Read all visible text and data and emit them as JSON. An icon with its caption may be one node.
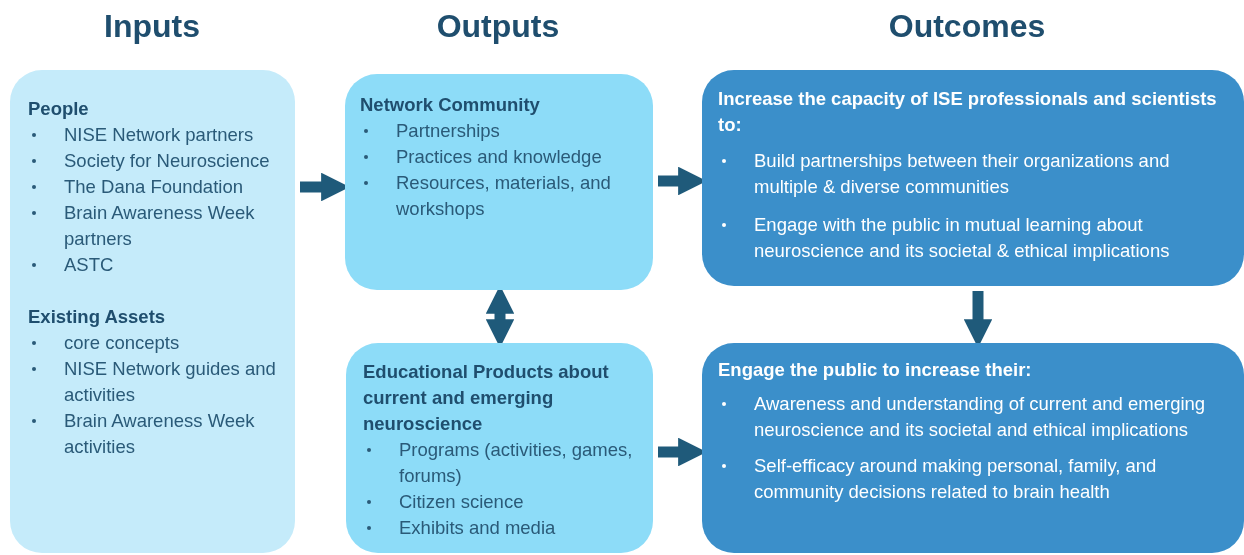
{
  "diagram": {
    "nodes": [
      {
        "text": [
          "People",
          "NISE Network partners",
          "Society for Neuroscience",
          "The Dana Foundation",
          "Brain Awareness Week partners",
          "ASTC",
          "Existing Assets",
          "core concepts",
          "NISE Network guides and activities",
          "Brain Awareness Week activities"
        ]
      },
      {
        "text": [
          "Network Community",
          "Partnerships",
          "Practices and knowledge",
          "Resources, materials, and workshops"
        ]
      },
      {
        "text": [
          "Educational Products about current and emerging neuroscience",
          "Programs (activities, games, forums)",
          "Citizen science",
          "Exhibits and media"
        ]
      },
      {
        "text": [
          "Increase the capacity of ISE professionals and scientists to:",
          "Build partnerships between their organizations and multiple & diverse communities",
          "Engage with the public in mutual learning about neuroscience and its societal & ethical implications"
        ]
      },
      {
        "text": [
          "Engage the public to increase their:",
          "Awareness and understanding of current and emerging neuroscience and its societal and ethical implications",
          "Self-efficacy around making personal, family, and community decisions related to brain health"
        ]
      }
    ],
    "edges": [
      {
        "from": 0,
        "to": 1,
        "arrow": "to"
      },
      {
        "from": 1,
        "to": 3,
        "arrow": "to"
      },
      {
        "from": 1,
        "to": 2,
        "arrow": "both"
      },
      {
        "from": 3,
        "to": 4,
        "arrow": "to"
      },
      {
        "from": 2,
        "to": 4,
        "arrow": "to"
      }
    ],
    "labels": [
      "Inputs",
      "Outputs",
      "Outcomes"
    ]
  }
}
